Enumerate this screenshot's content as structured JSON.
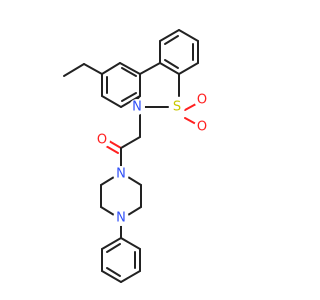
{
  "molecule": {
    "atom_labels": {
      "nitrogen_sultam": "N",
      "sulfur": "S",
      "oxygen_sulfonyl_1": "O",
      "oxygen_sulfonyl_2": "O",
      "oxygen_carbonyl": "O",
      "nitrogen_piperazine_1": "N",
      "nitrogen_piperazine_2": "N"
    },
    "colors": {
      "bond": "#222222",
      "nitrogen": "#3050f8",
      "oxygen": "#ff2020",
      "sulfur": "#c8c800",
      "background": "#ffffff"
    }
  }
}
